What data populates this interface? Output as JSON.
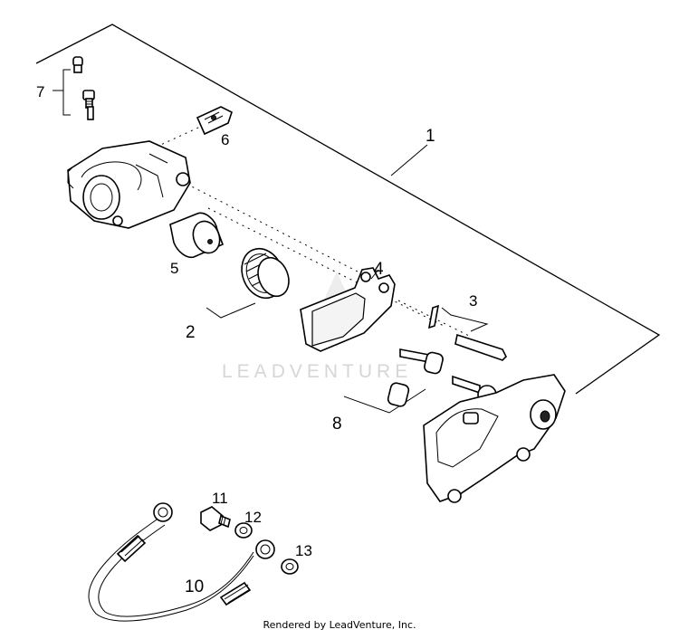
{
  "diagram": {
    "callouts": [
      {
        "id": "1",
        "label": "1"
      },
      {
        "id": "2",
        "label": "2"
      },
      {
        "id": "3",
        "label": "3"
      },
      {
        "id": "4",
        "label": "4"
      },
      {
        "id": "5",
        "label": "5"
      },
      {
        "id": "6",
        "label": "6"
      },
      {
        "id": "7",
        "label": "7"
      },
      {
        "id": "8",
        "label": "8"
      },
      {
        "id": "10",
        "label": "10"
      },
      {
        "id": "11",
        "label": "11"
      },
      {
        "id": "12",
        "label": "12"
      },
      {
        "id": "13",
        "label": "13"
      }
    ],
    "watermark": "LEADVENTURE",
    "footer": "Rendered by LeadVenture, Inc."
  }
}
